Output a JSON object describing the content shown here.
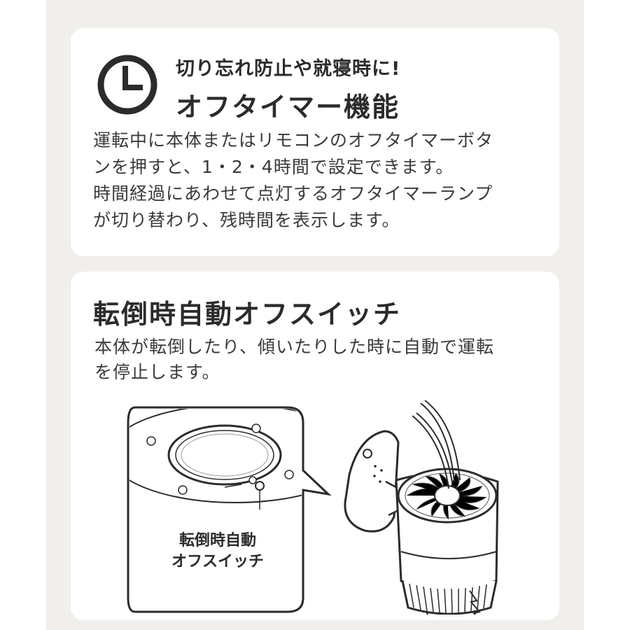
{
  "off_timer": {
    "subtitle": "切り忘れ防止や就寝時に!",
    "title": "オフタイマー機能",
    "body_lines": [
      "運転中に本体またはリモコンのオフタイマーボタ",
      "ンを押すと、1・2・4時間で設定できます。",
      "時間経過にあわせて点灯するオフタイマーランプ",
      "が切り替わり、残時間を表示します。"
    ]
  },
  "tip_over_switch": {
    "title": "転倒時自動オフスイッチ",
    "body_lines": [
      "本体が転倒したり、傾いたりした時に自動で運転",
      "を停止します。"
    ],
    "callout_lines": [
      "転倒時自動",
      "オフスイッチ"
    ]
  },
  "colors": {
    "page_background": "#ffffff",
    "panel_background": "#f1efec",
    "card_background": "#ffffff",
    "text": "#2b2b2b"
  },
  "icons": [
    "clock-icon"
  ]
}
